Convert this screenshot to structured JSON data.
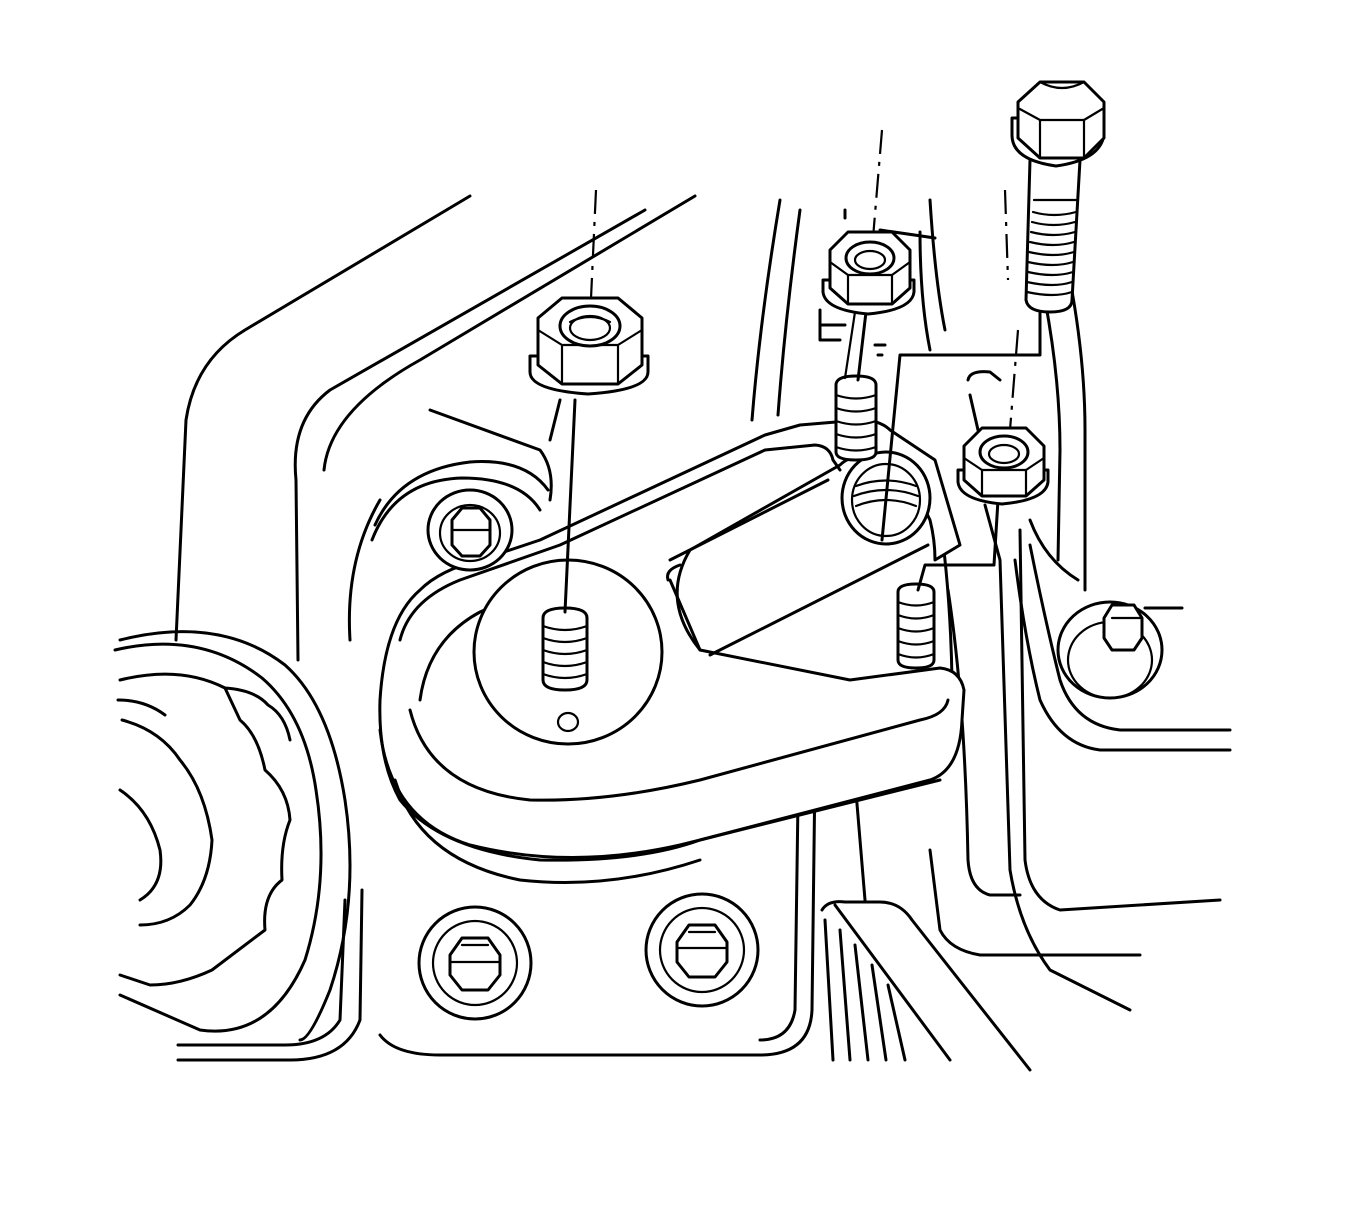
{
  "figure": {
    "caption": "",
    "parts": {
      "mount_bracket": "mount-bracket",
      "engine_block": "engine-block",
      "flywheel": "flywheel",
      "transmission_housing": "transmission-housing",
      "upper_left_nut": "flange-nut",
      "upper_center_nut": "flange-nut",
      "right_nut": "flange-nut",
      "long_bolt": "hex-bolt",
      "studs": "threaded-stud",
      "housing_bolts": "hex-bolt-head"
    },
    "stroke_color": "#000000",
    "background_color": "#ffffff"
  }
}
